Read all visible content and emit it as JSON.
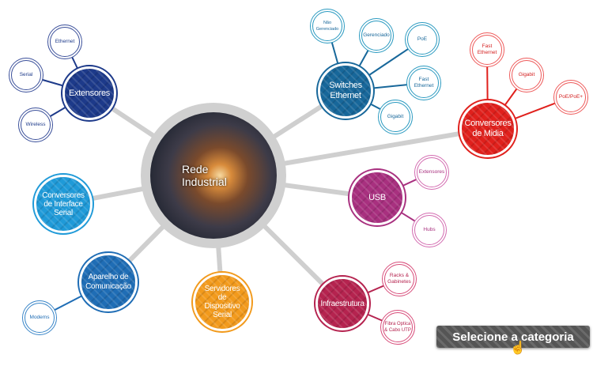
{
  "center": {
    "label": "Rede Industrial"
  },
  "categories": {
    "extensores": {
      "label": "Extensores",
      "color": "#1d3a8a",
      "children": [
        "Ethernet",
        "Serial",
        "Wireless"
      ]
    },
    "switches": {
      "label": "Switches Ethernet",
      "color": "#17679a",
      "children": [
        "Não Gerenciado",
        "Gerenciado",
        "PoE",
        "Fast Ethernet",
        "Gigabit"
      ]
    },
    "conversores_midia": {
      "label": "Conversores de Midia",
      "color": "#e0201c",
      "children": [
        "Fast Ethernet",
        "Gigabit",
        "PoE/PoE+"
      ]
    },
    "usb": {
      "label": "USB",
      "color": "#a8307f",
      "children": [
        "Extensores",
        "Hubs"
      ]
    },
    "infraestrutura": {
      "label": "Infraestrutura",
      "color": "#b5234f",
      "children": [
        "Racks & Gabinetes",
        "Fibra Optica & Cabo UTP"
      ]
    },
    "servidores": {
      "label": "Servidores de Dispositivo Serial",
      "color": "#f29a1c",
      "children": []
    },
    "aparelho": {
      "label": "Aparelho de Comunicação",
      "color": "#1f6db5",
      "children": [
        "Modems"
      ]
    },
    "conversores_serial": {
      "label": "Conversores de Interface Serial",
      "color": "#1f9ad8",
      "children": []
    }
  },
  "button": {
    "label": "Selecione a categoria"
  }
}
